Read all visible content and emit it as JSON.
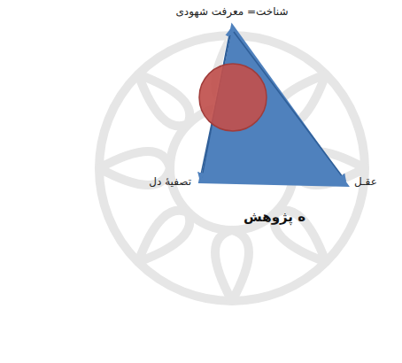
{
  "diagram": {
    "labels": [
      "شناخت= معرفت شهودی",
      "تصفیهٔ دل",
      "عقـل",
      "ه پژوهش"
    ]
  }
}
